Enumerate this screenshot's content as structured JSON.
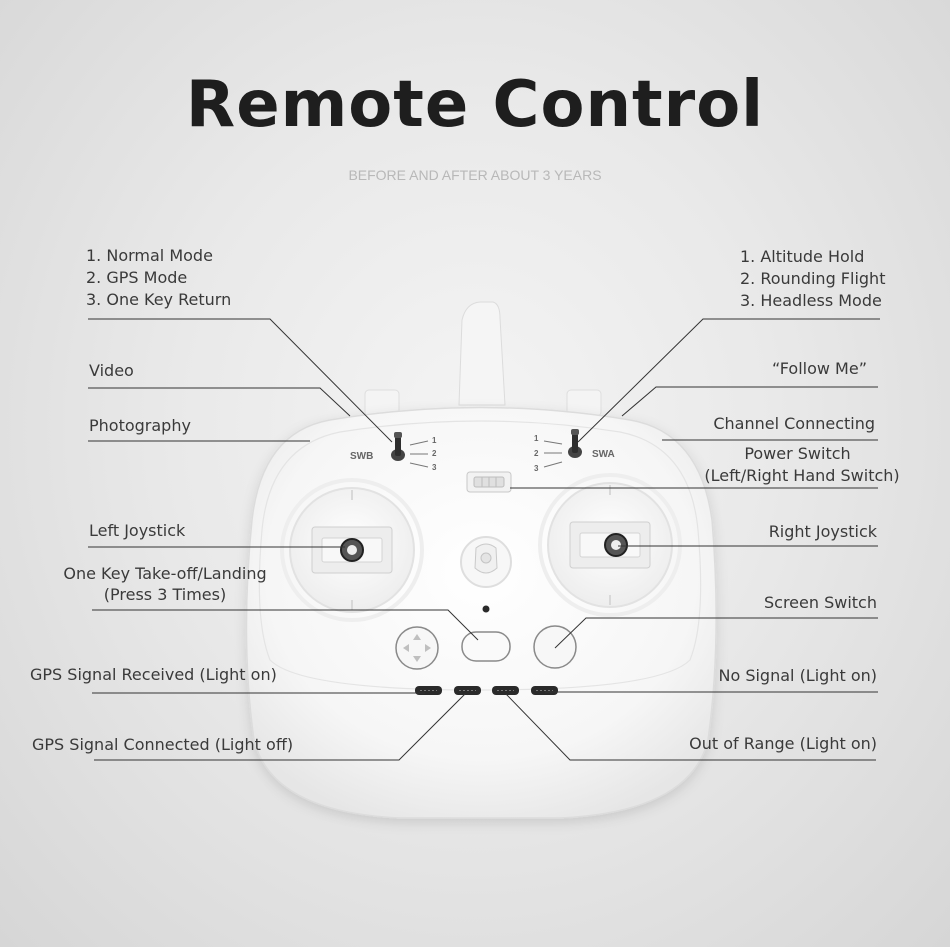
{
  "header": {
    "title": "Remote Control",
    "subtitle": "BEFORE AND AFTER ABOUT 3 YEARS"
  },
  "labels_left": {
    "mode_1": "1. Normal Mode",
    "mode_2": "2. GPS Mode",
    "mode_3": "3. One Key Return",
    "video": "Video",
    "photography": "Photography",
    "left_joystick": "Left Joystick",
    "takeoff_1": "One Key Take-off/Landing",
    "takeoff_2": "(Press 3 Times)",
    "gps_received": "GPS Signal Received (Light on)",
    "gps_connected": "GPS Signal Connected (Light off)"
  },
  "labels_right": {
    "mode_1": "1. Altitude Hold",
    "mode_2": "2. Rounding Flight",
    "mode_3": "3. Headless Mode",
    "follow_me": "“Follow Me”",
    "channel": "Channel Connecting",
    "power_1": "Power Switch",
    "power_2": "(Left/Right Hand Switch)",
    "right_joystick": "Right Joystick",
    "screen_switch": "Screen Switch",
    "no_signal": "No Signal (Light on)",
    "out_of_range": "Out of Range (Light on)"
  },
  "device": {
    "switch_left": "SWB",
    "switch_right": "SWA",
    "pos_1": "1",
    "pos_2": "2",
    "pos_3": "3",
    "body_color": "#f7f7f7",
    "line_color": "#333333"
  }
}
